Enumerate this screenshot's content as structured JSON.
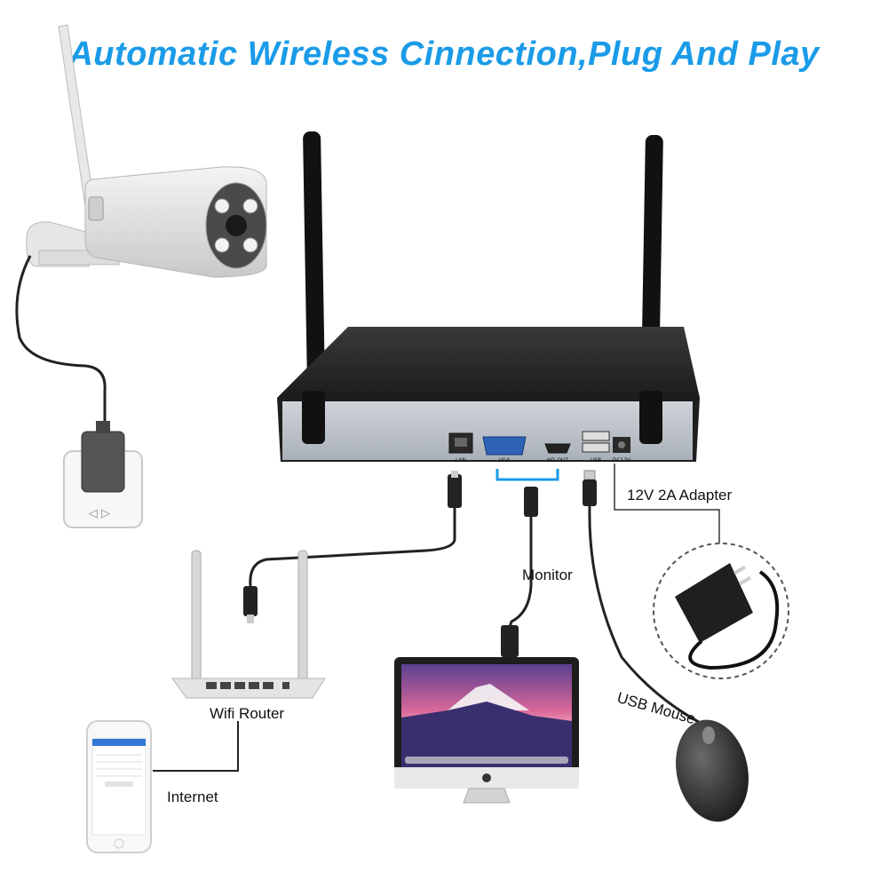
{
  "title": "Automatic Wireless Cinnection,Plug And Play",
  "labels": {
    "adapter": "12V 2A Adapter",
    "monitor": "Monitor",
    "router": "Wifi Router",
    "internet": "Internet",
    "mouse": "USB Mouse"
  },
  "ports": {
    "lan": "LAN",
    "vga": "VGA",
    "hdmi": "HD-OUT",
    "usb": "USB",
    "dc": "DC12V"
  },
  "colors": {
    "title": "#1a9be8",
    "vga_bracket": "#1a9be8",
    "cable": "#222222"
  },
  "icons": {
    "camera": "bullet-camera-icon",
    "nvr": "nvr-recorder-icon",
    "router": "wifi-router-icon",
    "phone": "smartphone-icon",
    "monitor": "monitor-icon",
    "mouse": "mouse-icon",
    "adapter": "power-adapter-icon",
    "outlet": "wall-outlet-icon"
  }
}
